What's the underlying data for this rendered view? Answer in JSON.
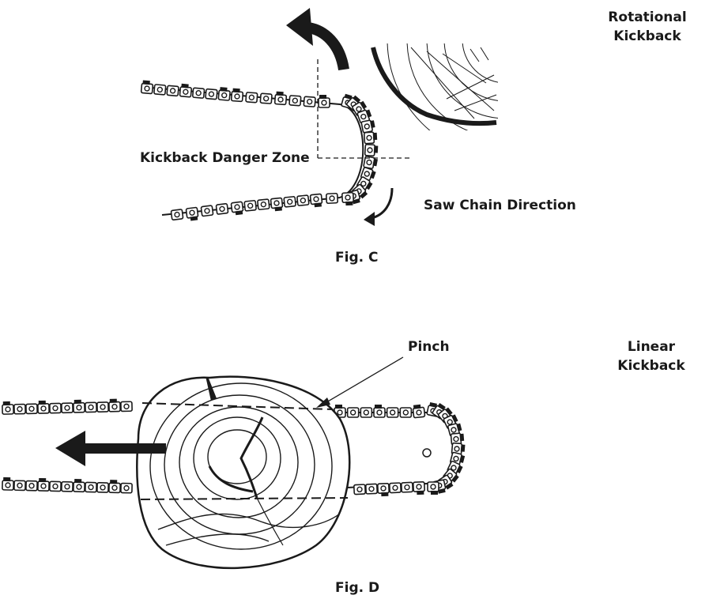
{
  "fig_c": {
    "corner_title_line1": "Rotational",
    "corner_title_line2": "Kickback",
    "danger_zone_label": "Kickback Danger Zone",
    "direction_label": "Saw Chain Direction",
    "caption": "Fig. C"
  },
  "fig_d": {
    "corner_title_line1": "Linear",
    "corner_title_line2": "Kickback",
    "pinch_label": "Pinch",
    "caption": "Fig. D"
  },
  "colors": {
    "ink": "#1a1a1a",
    "paper": "#ffffff"
  }
}
